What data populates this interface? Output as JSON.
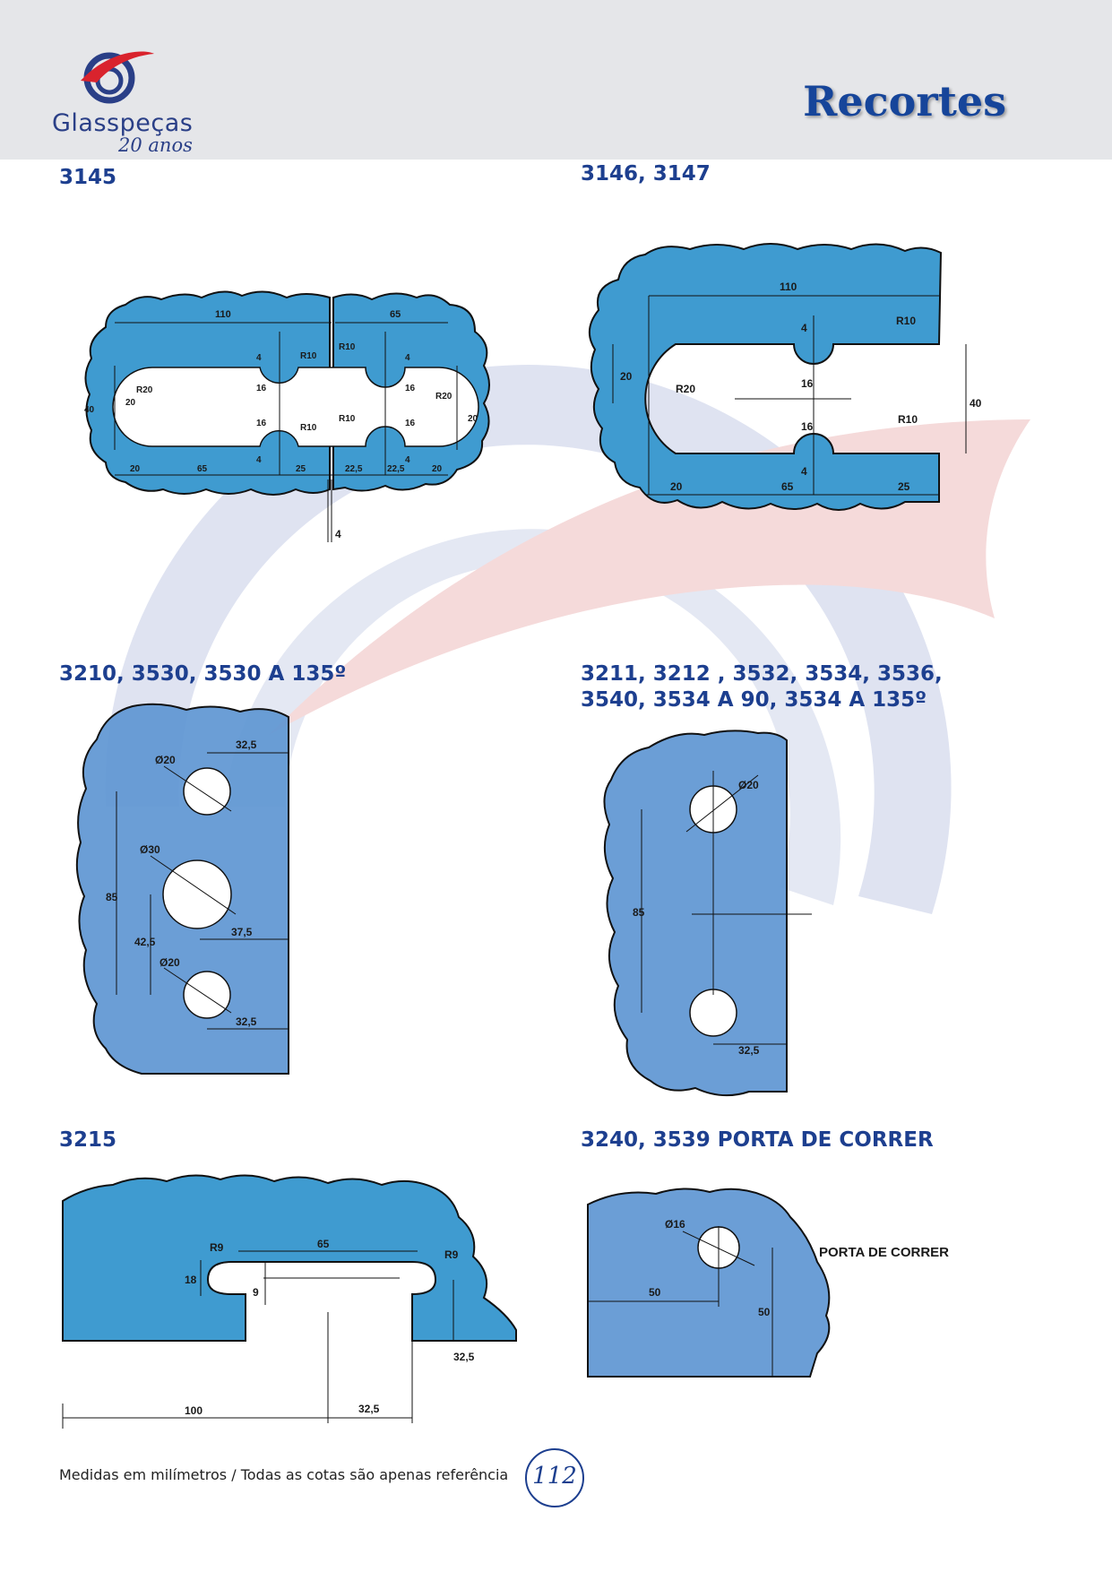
{
  "header": {
    "brand_name": "Glasspeças",
    "brand_sub": "20 anos",
    "page_title": "Recortes"
  },
  "sections": {
    "s3145": {
      "title": "3145",
      "dims": {
        "d110": "110",
        "d65": "65",
        "d20": "20",
        "d40": "40",
        "r20": "R20",
        "r10": "R10",
        "d16": "16",
        "d4": "4",
        "d25": "25",
        "d22_5": "22,5"
      }
    },
    "s3146": {
      "title": "3146, 3147",
      "dims": {
        "d110": "110",
        "r10": "R10",
        "r20": "R20",
        "d20": "20",
        "d16": "16",
        "d4": "4",
        "d40": "40",
        "d65": "65",
        "d25": "25"
      }
    },
    "s3210": {
      "title": "3210, 3530, 3530 A 135º",
      "dims": {
        "o20": "Ø20",
        "o30": "Ø30",
        "d32_5": "32,5",
        "d85": "85",
        "d42_5": "42,5",
        "d37_5": "37,5"
      }
    },
    "s3211": {
      "title_line1": "3211, 3212 , 3532, 3534, 3536,",
      "title_line2": "3540, 3534 A 90, 3534 A 135º",
      "dims": {
        "o20": "Ø20",
        "d85": "85",
        "d32_5": "32,5"
      }
    },
    "s3215": {
      "title": "3215",
      "dims": {
        "d65": "65",
        "r9": "R9",
        "d18": "18",
        "d9": "9",
        "d32_5": "32,5",
        "d100": "100"
      }
    },
    "s3240": {
      "title": "3240, 3539 PORTA DE CORRER",
      "label": "PORTA DE CORRER",
      "dims": {
        "o16": "Ø16",
        "d50": "50"
      }
    }
  },
  "footer": {
    "note": "Medidas em milímetros / Todas as cotas são apenas referência",
    "page_number": "112"
  },
  "colors": {
    "header_bg": "#e5e6e9",
    "title_blue": "#1d3f8f",
    "glass_light": "#3f9bd0",
    "glass_mid": "#5e96d3",
    "logo_red": "#d9232d"
  }
}
